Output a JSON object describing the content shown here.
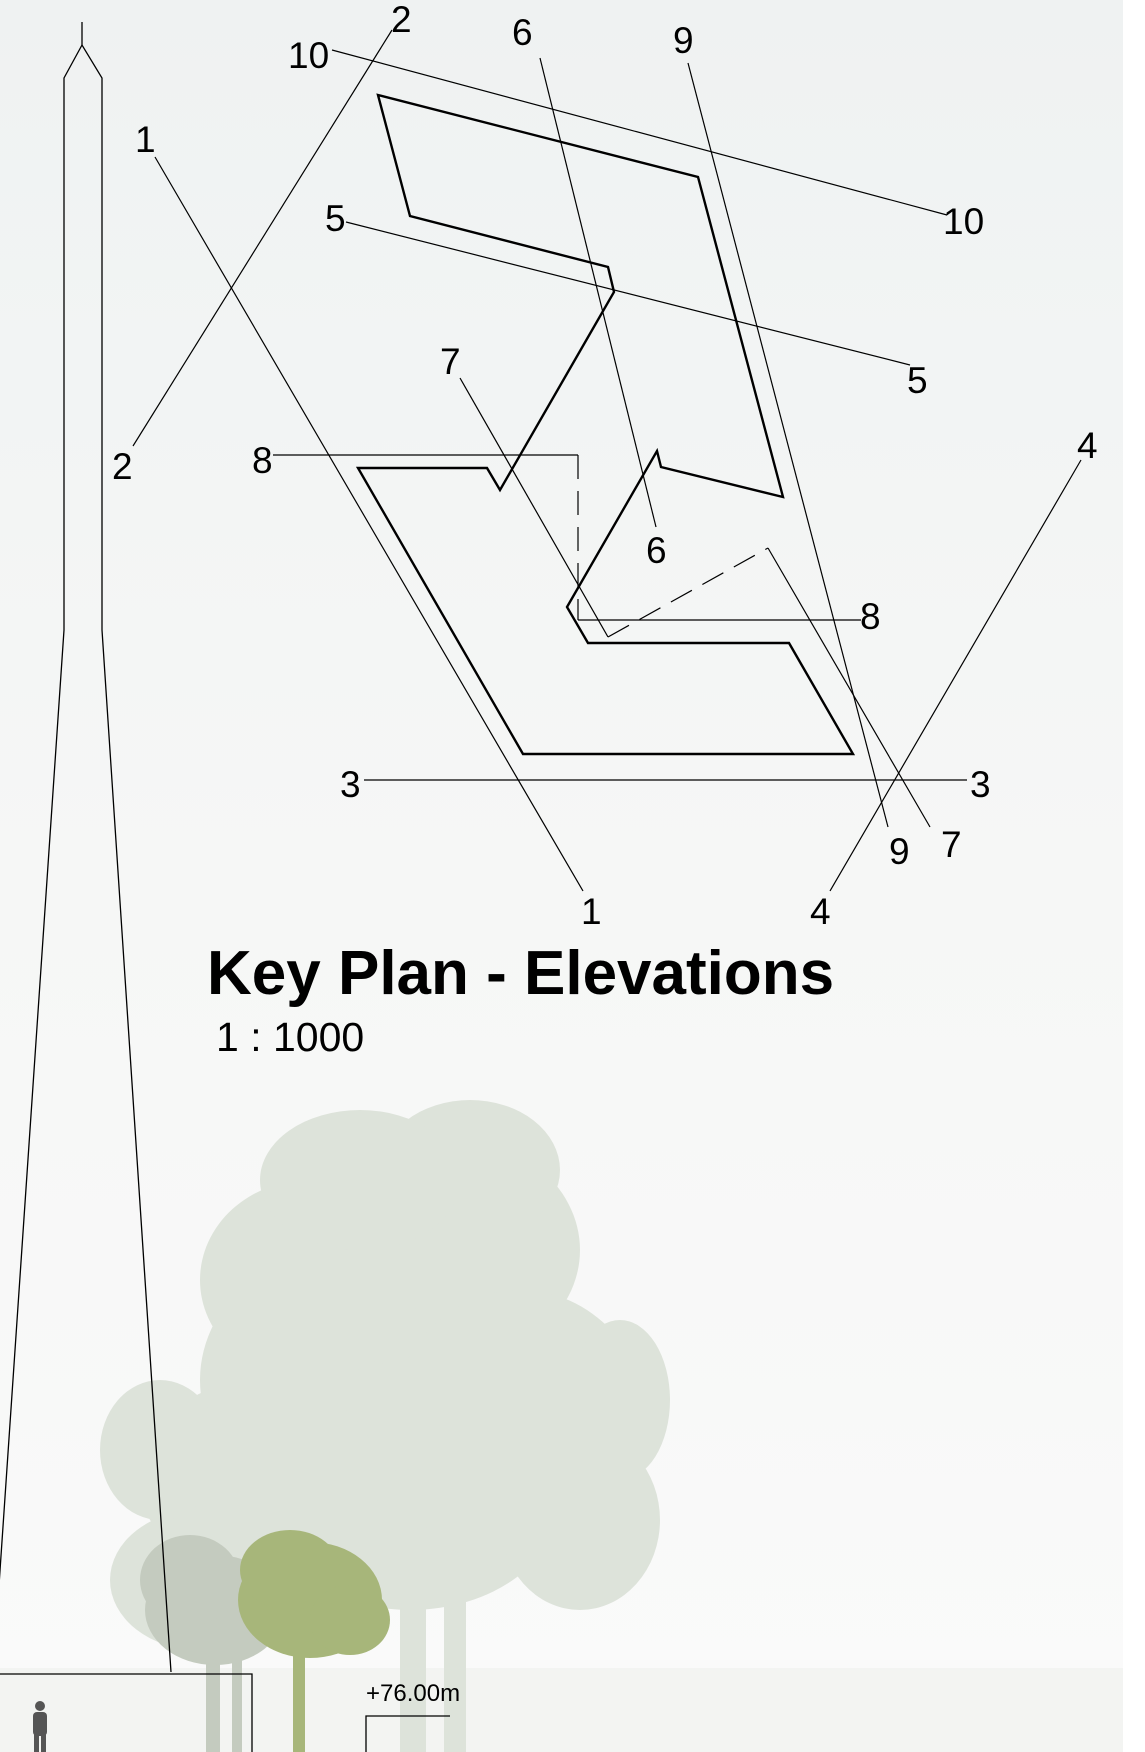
{
  "title": "Key Plan - Elevations",
  "scale": "1 : 1000",
  "level_label": "+76.00m",
  "section_markers": [
    "1",
    "2",
    "3",
    "4",
    "5",
    "6",
    "7",
    "8",
    "9",
    "10"
  ],
  "colors": {
    "line": "#000000",
    "tree_background": "#dde3da",
    "tree_mid": "#c4cbbf",
    "tree_front": "#a7b67a"
  }
}
